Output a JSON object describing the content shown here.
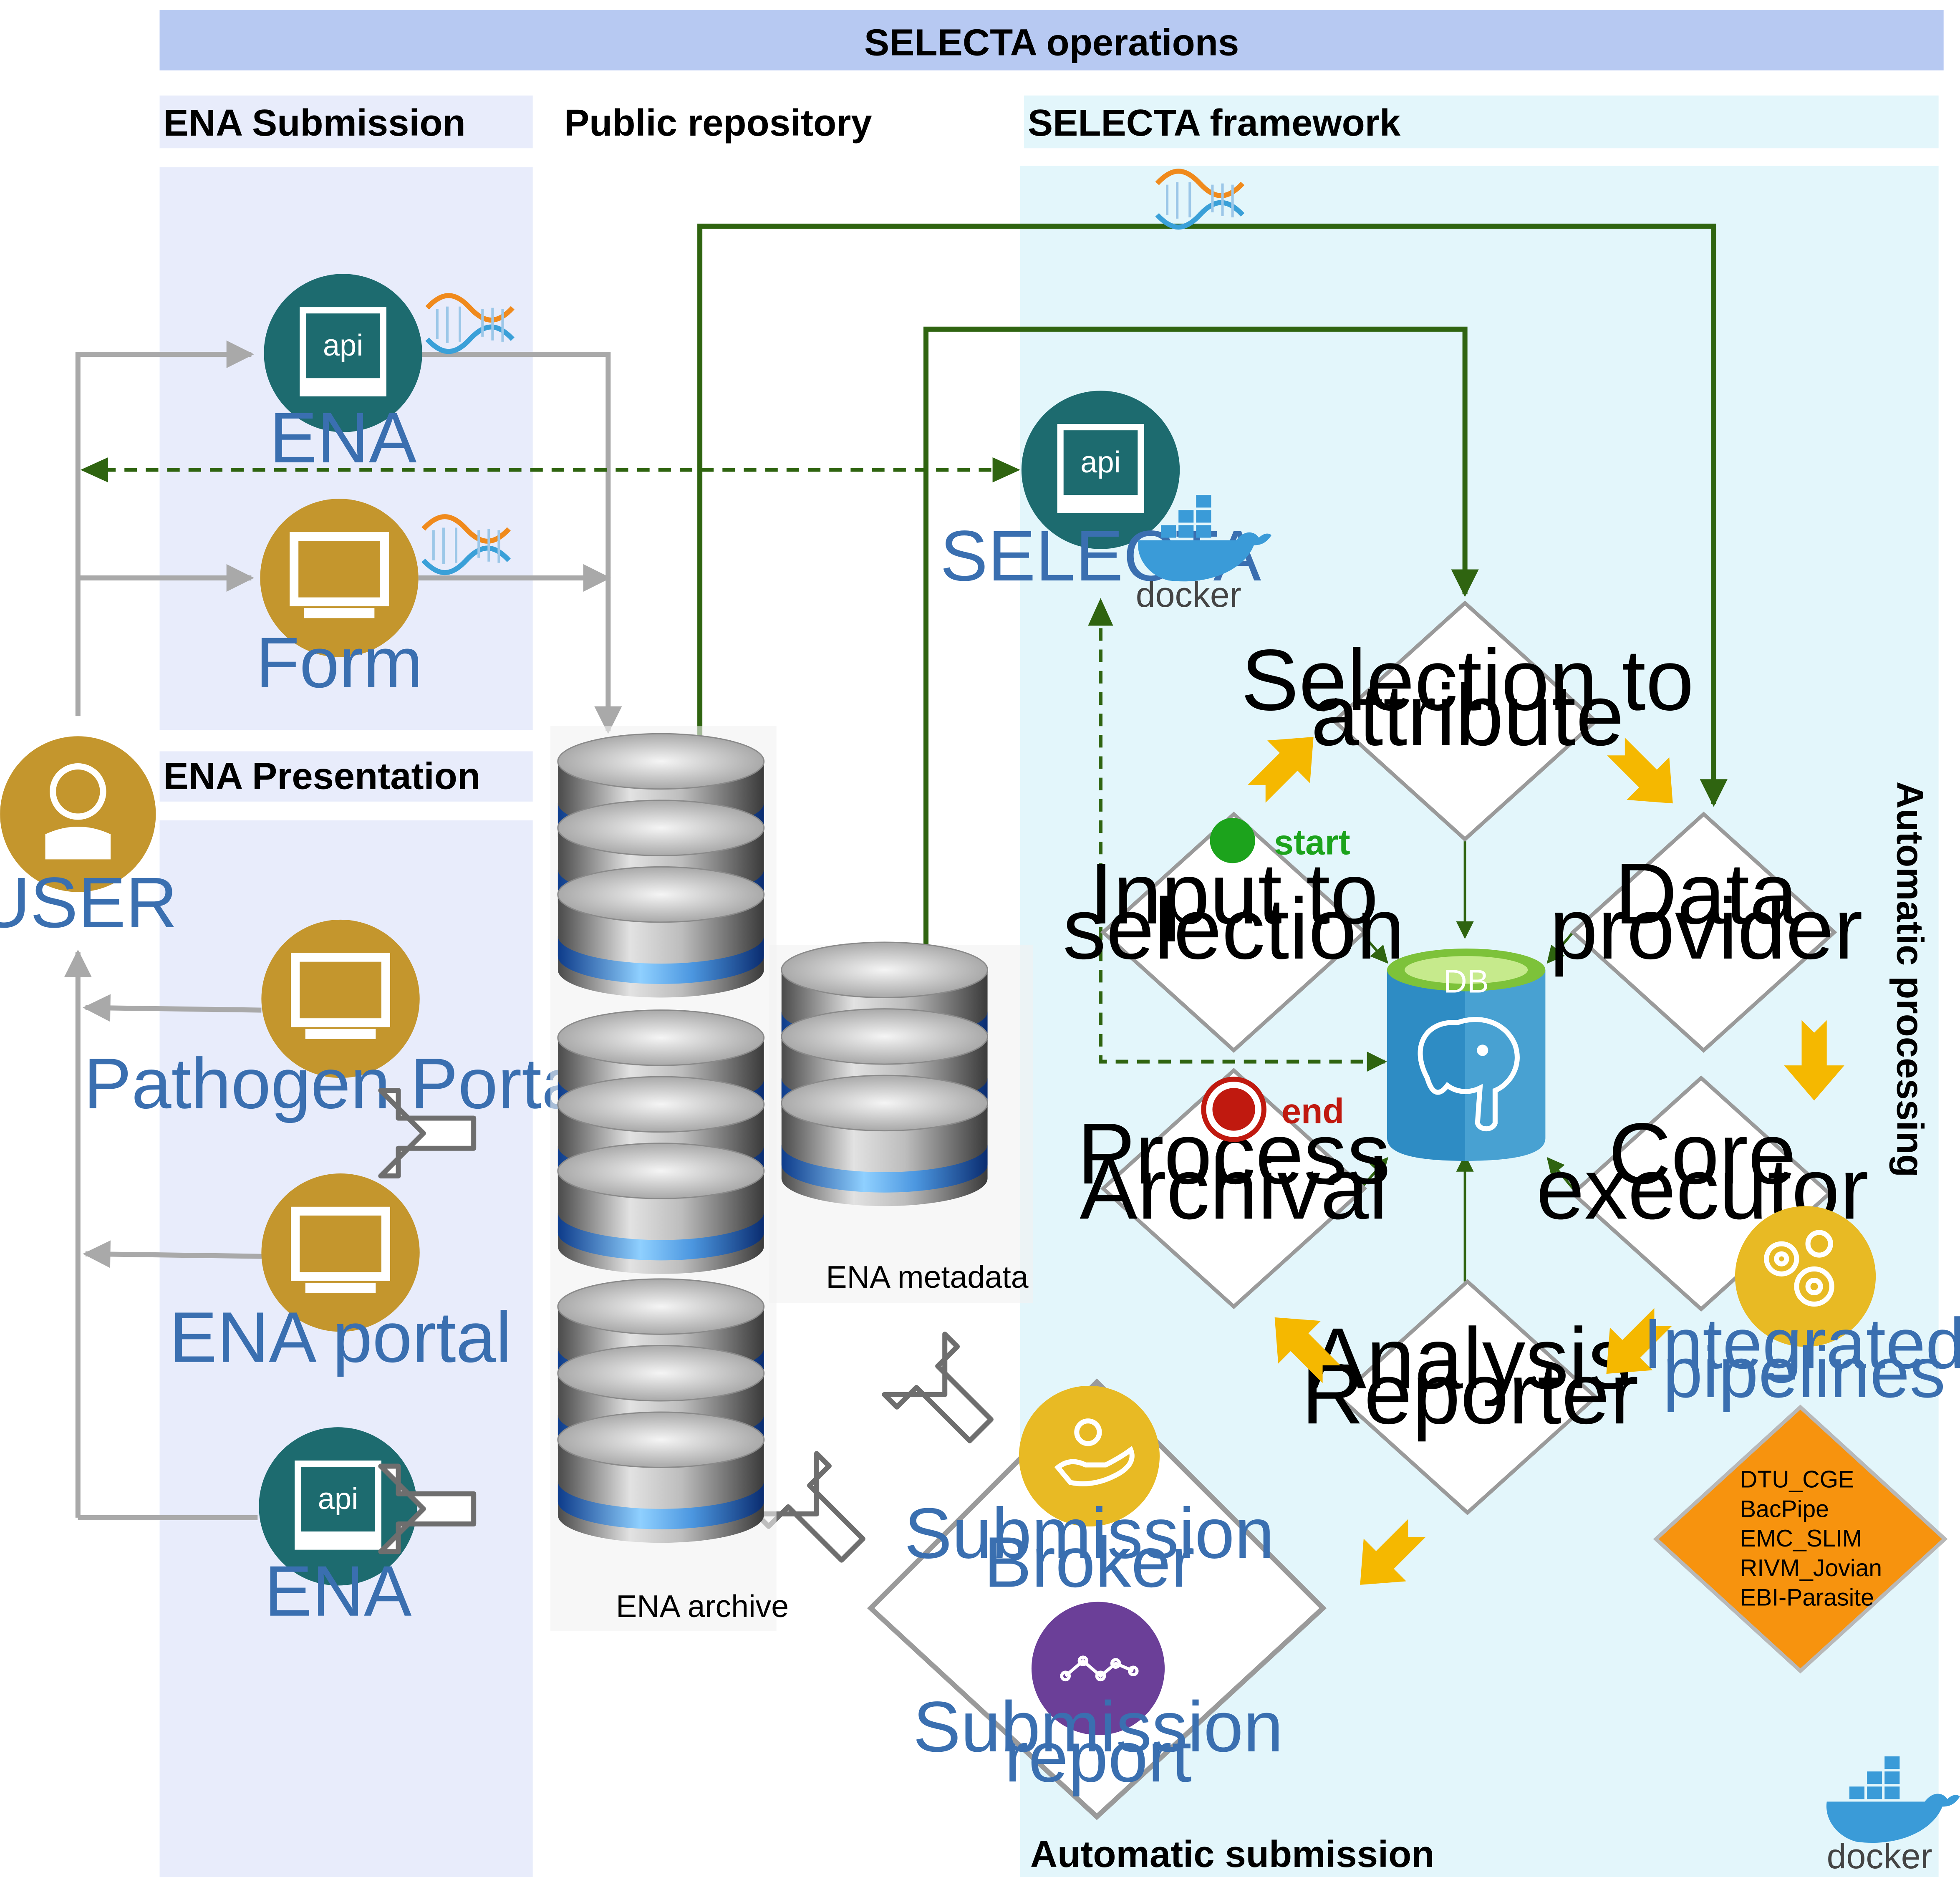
{
  "title": "SELECTA operations",
  "sections": {
    "ena_submission": "ENA Submission",
    "public_repository": "Public repository",
    "selecta_framework": "SELECTA framework",
    "ena_presentation": "ENA Presentation",
    "automatic_processing": "Automatic processing",
    "automatic_submission": "Automatic submission"
  },
  "nodes": {
    "ena_api_top": {
      "icon": "api",
      "label": "ENA"
    },
    "form": {
      "label": "Form"
    },
    "user": {
      "label": "USER"
    },
    "pathogen_portal": {
      "label": "Pathogen Portal"
    },
    "ena_portal": {
      "label": "ENA portal"
    },
    "ena_api_bottom": {
      "icon": "api",
      "label": "ENA"
    },
    "selecta_api": {
      "icon": "api",
      "label": "SELECTA"
    },
    "docker": {
      "label": "docker"
    },
    "ena_archive": {
      "label": "ENA archive"
    },
    "ena_metadata": {
      "label": "ENA metadata"
    },
    "db": {
      "label": "DB"
    },
    "integrated_pipelines": {
      "label_line1": "Integrated",
      "label_line2": "pipelines"
    },
    "submission_broker": {
      "label_line1": "Submission",
      "label_line2": "Broker"
    },
    "submission_report": {
      "label_line1": "Submission",
      "label_line2": "report"
    }
  },
  "diamonds": {
    "selection_to_attribute": {
      "line1": "Selection to",
      "line2": "attribute"
    },
    "input_to_selection": {
      "line1": "Input to",
      "line2": "selection"
    },
    "data_provider": {
      "line1": "Data",
      "line2": "provider"
    },
    "process_archival": {
      "line1": "Process",
      "line2": "Archival"
    },
    "core_executor": {
      "line1": "Core",
      "line2": "executor"
    },
    "analysis_reporter": {
      "line1": "Analysis",
      "line2": "Reporter"
    }
  },
  "markers": {
    "start": "start",
    "end": "end"
  },
  "pipelines": [
    "DTU_CGE",
    "BacPipe",
    "EMC_SLIM",
    "RIVM_Jovian",
    "EBI-Parasite"
  ],
  "colors": {
    "title_bar": "#b7c9f2",
    "left_panel": "#e8ecfb",
    "right_panel": "#e3f6fb",
    "teal": "#1d6b6f",
    "gold": "#c4962d",
    "green_line": "#2f6410",
    "grey_line": "#a9a9a9",
    "yellow_arrow": "#f5b800",
    "orange": "#f7930e",
    "purple": "#6b3f98",
    "db_blue": "#2e8cc4",
    "start": "#1ca31c",
    "end": "#c0190f"
  }
}
